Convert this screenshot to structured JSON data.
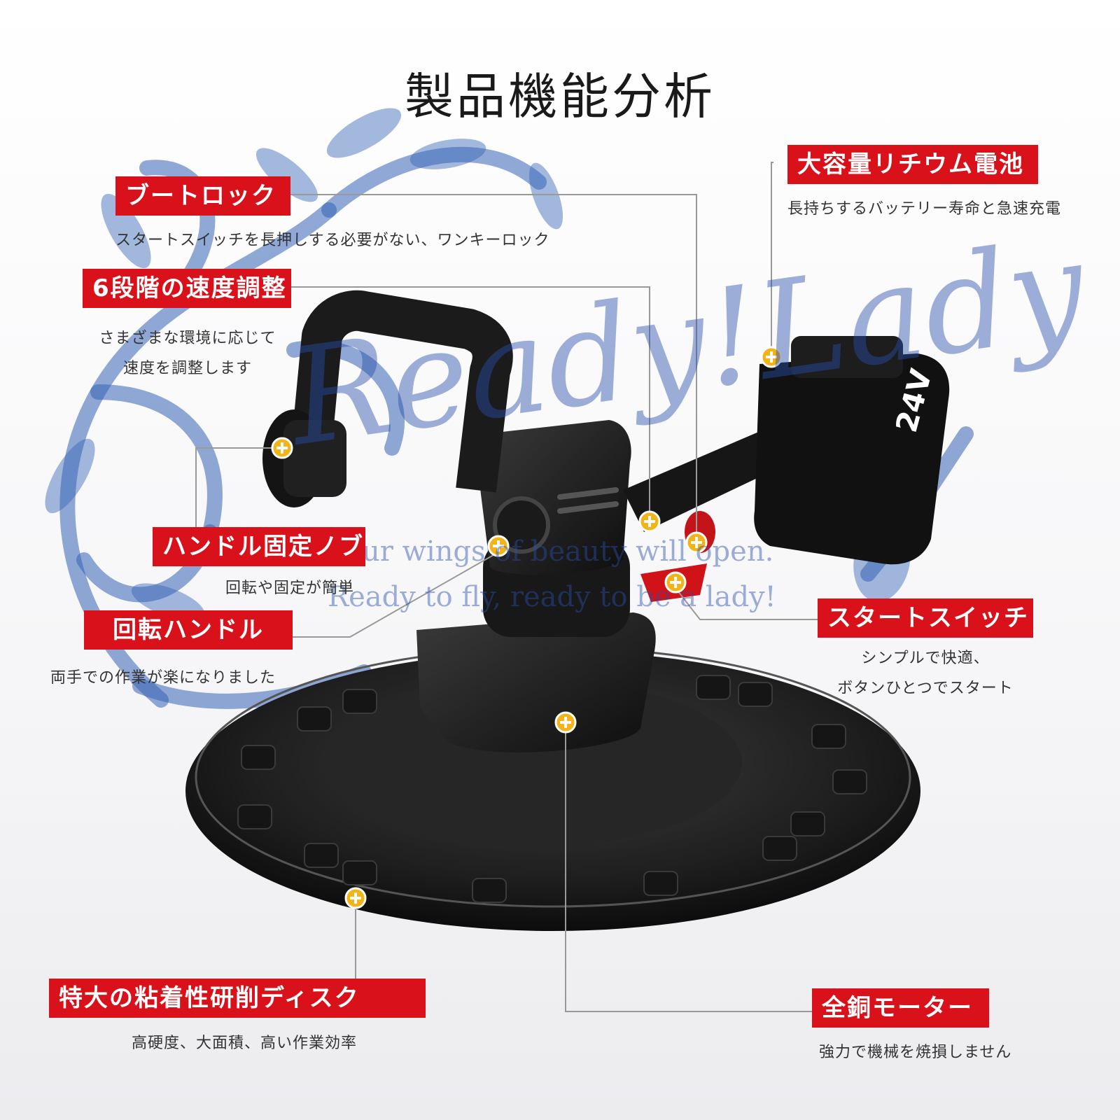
{
  "title": "製品機能分析",
  "features": [
    {
      "key": "auto-lock",
      "label": "ブートロック",
      "desc": [
        "スタートスイッチを長押しする必要がない、ワンキーロック"
      ]
    },
    {
      "key": "speed",
      "label": "6段階の速度調整",
      "desc": [
        "さまざまな環境に応じて",
        "速度を調整します"
      ]
    },
    {
      "key": "handle-knob",
      "label": "ハンドル固定ノブ",
      "desc": [
        "回転や固定が簡単"
      ]
    },
    {
      "key": "rotating-handle",
      "label": "回転ハンドル",
      "desc": [
        "両手での作業が楽になりました"
      ]
    },
    {
      "key": "disc",
      "label": "特大の粘着性研削ディスク",
      "desc": [
        "高硬度、大面積、高い作業効率"
      ]
    },
    {
      "key": "battery",
      "label": "大容量リチウム電池",
      "desc": [
        "長持ちするバッテリー寿命と急速充電"
      ]
    },
    {
      "key": "switch",
      "label": "スタートスイッチ",
      "desc": [
        "シンプルで快適、",
        "ボタンひとつでスタート"
      ]
    },
    {
      "key": "motor",
      "label": "全銅モーター",
      "desc": [
        "強力で機械を焼損しません"
      ]
    }
  ],
  "battery_print": "24V",
  "watermark": {
    "script": "Ready!Lady",
    "line1": "Your wings of beauty will open.",
    "line2": "Ready to fly, ready to be a lady!"
  },
  "colors": {
    "label_bg": "#d8111a",
    "hotspot": "#f2b417",
    "watermark": "#2c5cb0"
  }
}
